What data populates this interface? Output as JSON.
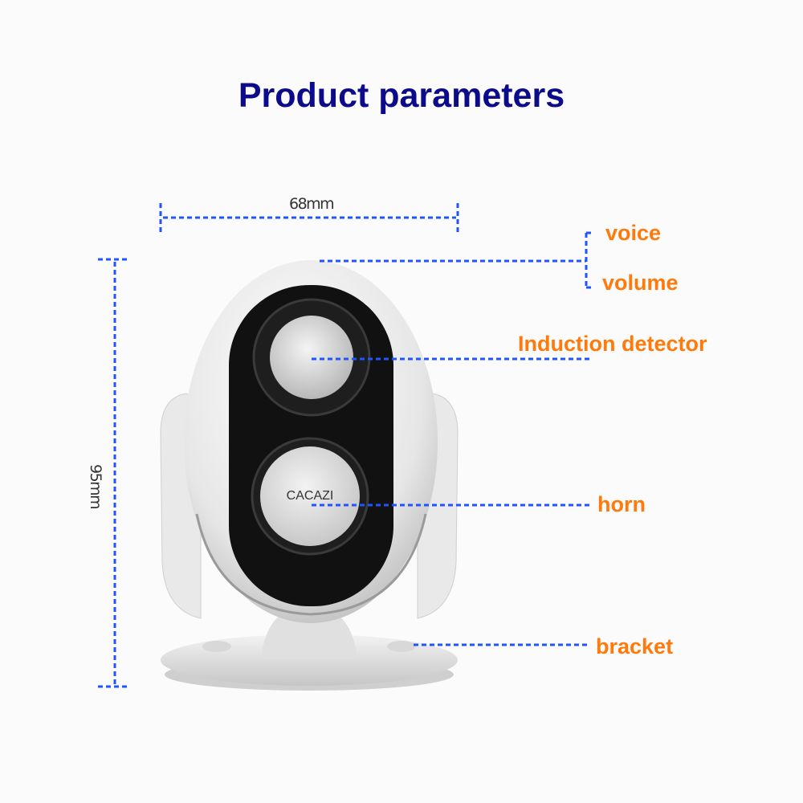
{
  "title": "Product parameters",
  "dimensions": {
    "width": "68mm",
    "height": "95mm"
  },
  "labels": {
    "voice": "voice",
    "volume": "volume",
    "induction_detector": "Induction detector",
    "horn": "horn",
    "bracket": "bracket"
  },
  "brand": "CACAZI",
  "colors": {
    "title": "#0c0c8a",
    "label": "#ff7a0a",
    "dash": "#1f55ff"
  }
}
